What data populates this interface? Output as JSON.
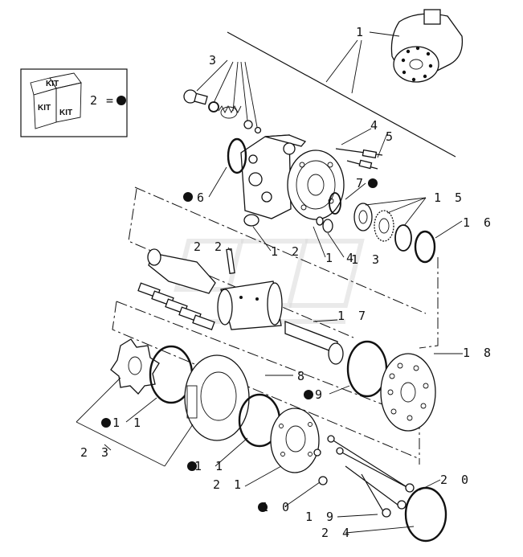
{
  "legend": {
    "kit_text": "KIT",
    "equals_label": "2 ="
  },
  "callouts": [
    {
      "id": "c1",
      "text": "1"
    },
    {
      "id": "c3",
      "text": "3"
    },
    {
      "id": "c4",
      "text": "4"
    },
    {
      "id": "c5",
      "text": "5"
    },
    {
      "id": "c6",
      "text": "6"
    },
    {
      "id": "c7",
      "text": "7"
    },
    {
      "id": "c15",
      "text": "1 5"
    },
    {
      "id": "c16",
      "text": "1 6"
    },
    {
      "id": "c22",
      "text": "2 2"
    },
    {
      "id": "c12",
      "text": "1 2"
    },
    {
      "id": "c14",
      "text": "1 4"
    },
    {
      "id": "c13",
      "text": "1 3"
    },
    {
      "id": "c17",
      "text": "1 7"
    },
    {
      "id": "c18",
      "text": "1 8"
    },
    {
      "id": "c8",
      "text": "8"
    },
    {
      "id": "c9",
      "text": "9"
    },
    {
      "id": "c11a",
      "text": "1 1"
    },
    {
      "id": "c23",
      "text": "2 3"
    },
    {
      "id": "c11b",
      "text": "1 1"
    },
    {
      "id": "c21",
      "text": "2 1"
    },
    {
      "id": "c20",
      "text": "2 0"
    },
    {
      "id": "c10",
      "text": "1 0"
    },
    {
      "id": "c19",
      "text": "1 9"
    },
    {
      "id": "c24",
      "text": "2 4"
    }
  ]
}
